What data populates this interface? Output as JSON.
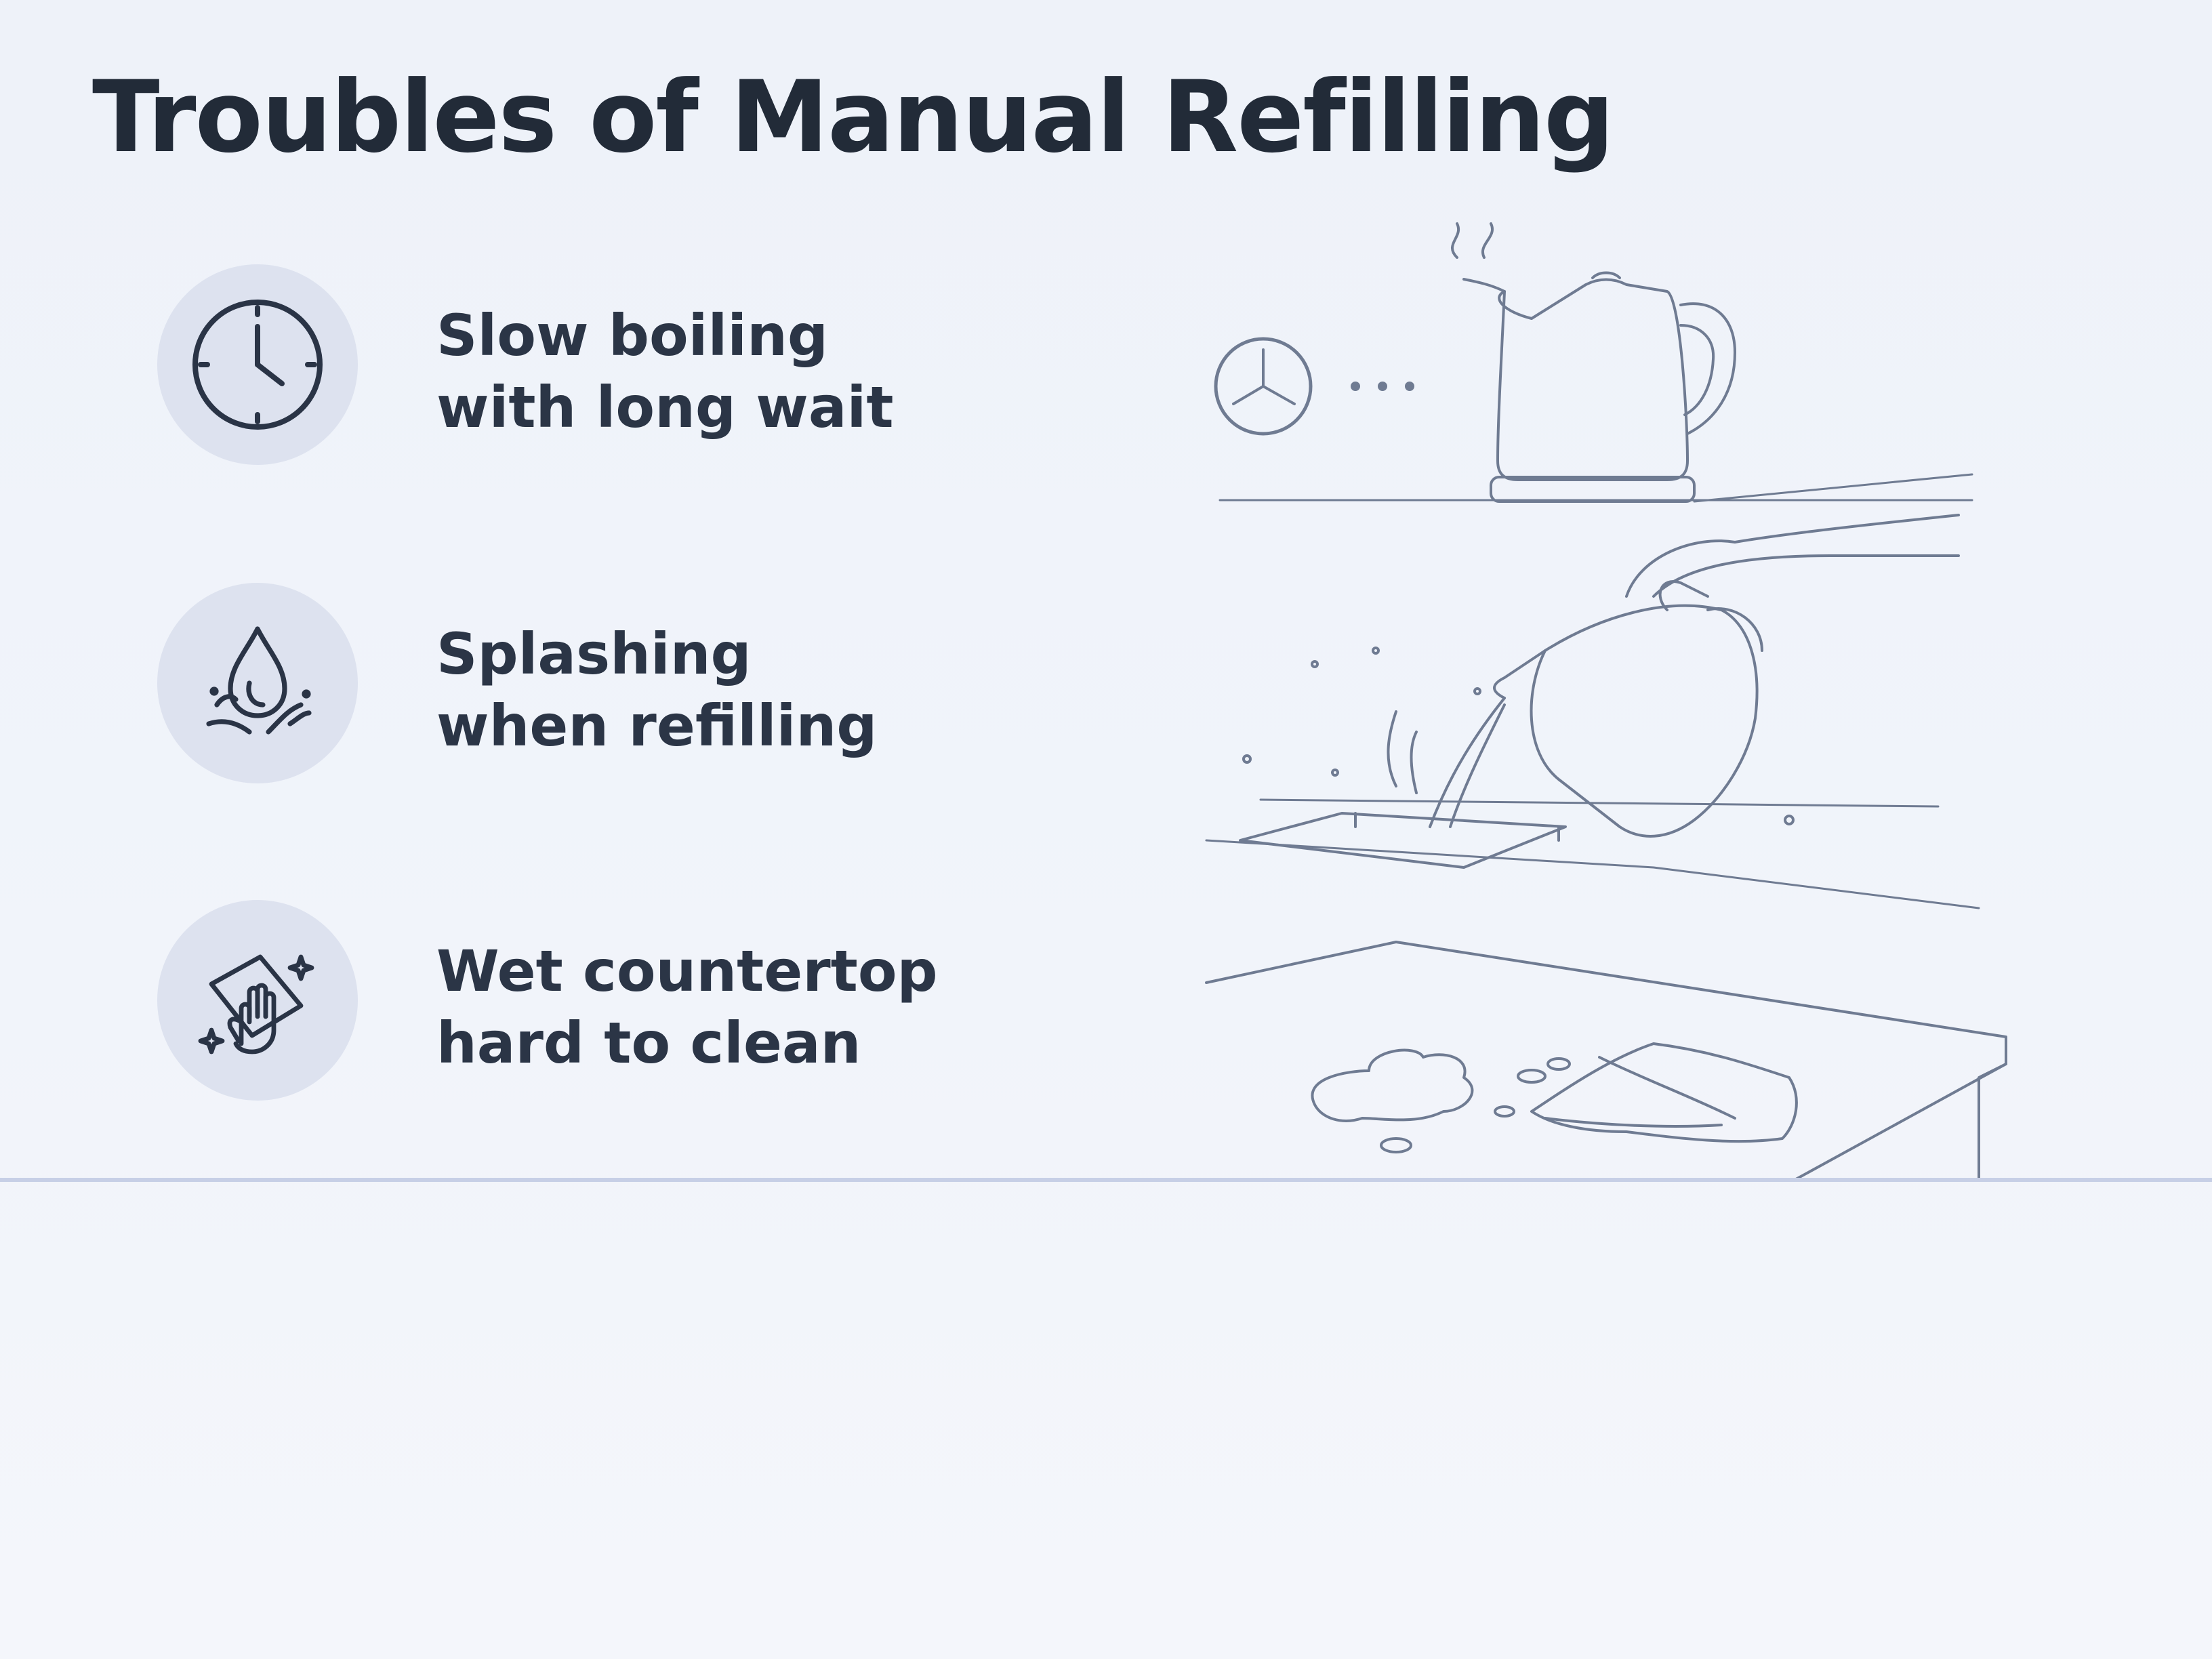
{
  "title": "Troubles of Manual Refilling",
  "items": [
    {
      "icon": "clock-icon",
      "line1": "Slow boiling",
      "line2": "with long wait"
    },
    {
      "icon": "splash-drop-icon",
      "line1": "Splashing",
      "line2": "when refilling"
    },
    {
      "icon": "wiping-hand-icon",
      "line1": "Wet countertop",
      "line2": "hard to clean"
    }
  ],
  "colors": {
    "background": "#f2f5fb",
    "text": "#222b38",
    "icon_circle": "#dde2ef",
    "icon_stroke": "#2a3446",
    "divider": "#c7cfe6",
    "sketch": "#6f7b92"
  }
}
